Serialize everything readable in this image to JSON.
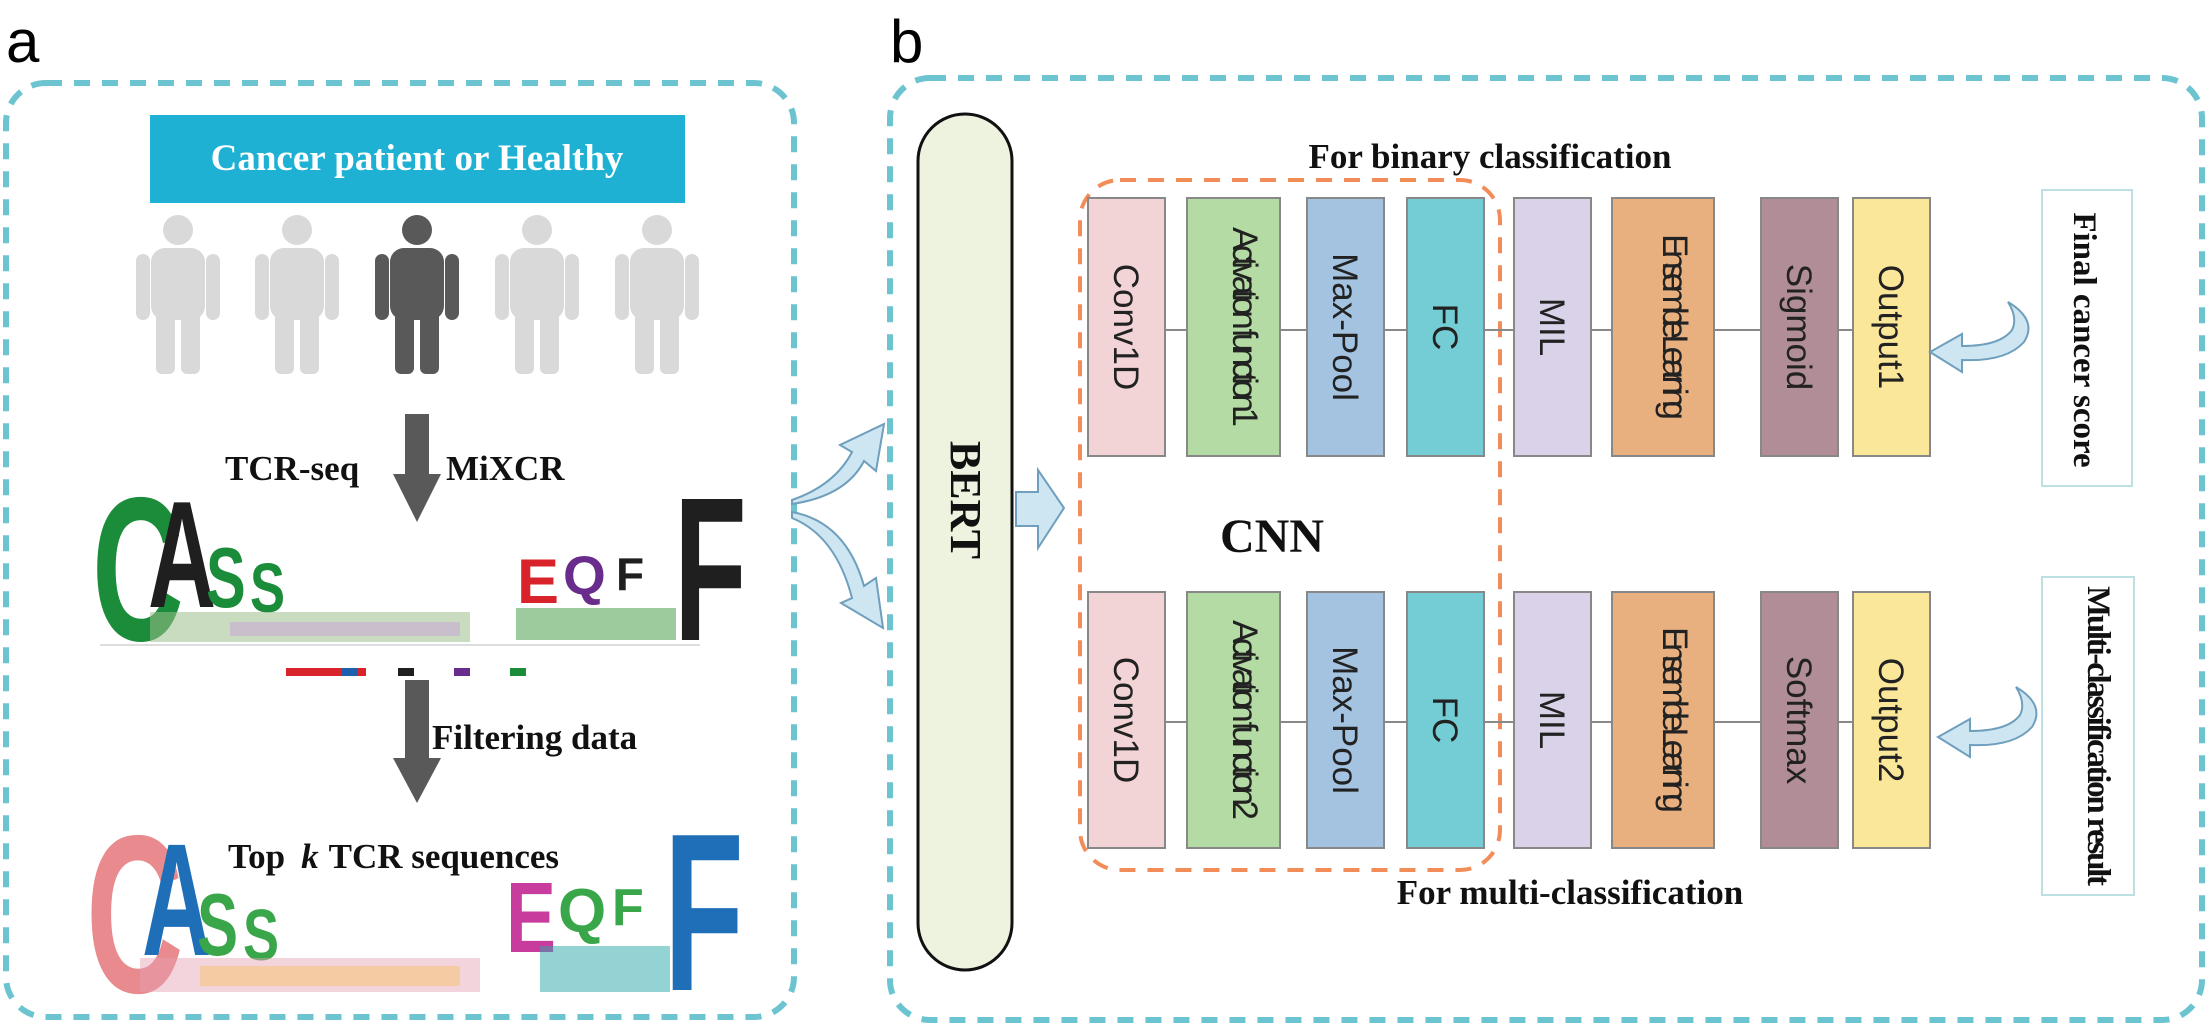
{
  "panel_a": {
    "label": "a",
    "banner": "Cancer patient or Healthy",
    "step1_left": "TCR-seq",
    "step1_right": "MiXCR",
    "step2": "Filtering data",
    "result_prefix": "Top",
    "result_k": "k",
    "result_suffix": "TCR sequences",
    "logo_top": [
      "C",
      "A",
      "S",
      "S",
      "E",
      "Q",
      "F",
      "F"
    ],
    "logo_bottom": [
      "C",
      "A",
      "S",
      "S",
      "E",
      "Q",
      "F",
      "F"
    ],
    "colors": {
      "banner": "#1fb1d3",
      "person_grey": "#d9d9d9",
      "person_dark": "#595959",
      "arrow": "#595959",
      "dash": "#6bc4d0"
    }
  },
  "panel_b": {
    "label": "b",
    "bert": "BERT",
    "cnn": "CNN",
    "binary_title": "For binary classification",
    "multi_title": "For multi-classification",
    "row1": [
      "Conv1D",
      "Activation function1",
      "Max-Pool",
      "FC",
      "MIL",
      "Ensemble Learning",
      "Sigmoid",
      "Output1"
    ],
    "row2": [
      "Conv1D",
      "Activation function2",
      "Max-Pool",
      "FC",
      "MIL",
      "Ensemble Learning",
      "Softmax",
      "Output2"
    ],
    "out1": "Final cancer score",
    "out2": "Multi-classification result",
    "colors": {
      "conv": "#f3d4d6",
      "act": "#b4dba3",
      "pool": "#a3c3e1",
      "fc": "#74ccd4",
      "mil": "#d9d2e9",
      "ens": "#e9b07f",
      "act_out": "#b08d97",
      "output": "#fbe79a",
      "bert_fill": "#eef3e0",
      "cnn_dash": "#f28c58",
      "arrow_fill": "#cde6f2",
      "arrow_stroke": "#6f9fbd"
    }
  }
}
